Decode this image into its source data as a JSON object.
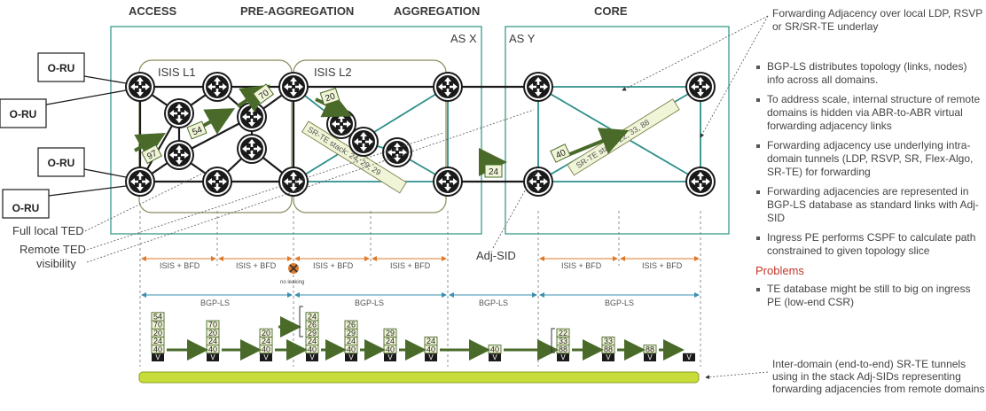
{
  "headers": {
    "access": "ACCESS",
    "pre_aggregation": "PRE-AGGREGATION",
    "aggregation": "AGGREGATION",
    "core": "CORE"
  },
  "domains": {
    "as_x": "AS X",
    "as_y": "AS Y",
    "isis_l1": "ISIS L1",
    "isis_l2": "ISIS L2"
  },
  "oru_label": "O-RU",
  "link_labels": {
    "a": "97",
    "b": "54",
    "c": "70",
    "d": "20",
    "e": "24",
    "f": "40"
  },
  "sr_stacks": {
    "agg": "SR-TE stack: 24, 29, 29",
    "core": "SR-TE stack: 22, 33, 88"
  },
  "left_annotations": {
    "full_ted": "Full local TED",
    "remote_ted_1": "Remote TED",
    "remote_ted_2": "visibility",
    "adj_sid": "Adj-SID"
  },
  "spans": {
    "isis_bfd": "ISIS + BFD",
    "no_leaking": "no leaking",
    "bgp_ls": "BGP-LS"
  },
  "label_stacks": [
    [
      "54",
      "70",
      "20",
      "24",
      "40"
    ],
    [
      "70",
      "20",
      "24",
      "40"
    ],
    [
      "20",
      "24",
      "40"
    ],
    [
      "24",
      "26",
      "29",
      "24",
      "40"
    ],
    [
      "26",
      "29",
      "24",
      "40"
    ],
    [
      "29",
      "24",
      "40"
    ],
    [
      "24",
      "40"
    ],
    [
      "40"
    ],
    [
      "22",
      "33",
      "88"
    ],
    [
      "33",
      "88"
    ],
    [
      "88"
    ],
    []
  ],
  "stack_bottom": "V",
  "right_panel": {
    "fa_note": "Forwarding Adjacency over local LDP, RSVP or SR/SR-TE underlay",
    "bullets": [
      "BGP-LS distributes topology (links, nodes) info across all domains.",
      "To address scale, internal structure of remote domains is hidden via ABR-to-ABR virtual forwarding adjacency links",
      "Forwarding adjacency use underlying intra-domain tunnels (LDP, RSVP, SR, Flex-Algo, SR-TE) for forwarding",
      "Forwarding adjacencies are represented in BGP-LS database as standard links with  Adj-SID",
      "Ingress PE performs CSPF to calculate path constrained to given topology slice"
    ],
    "problems_title": "Problems",
    "problem_bullets": [
      "TE database might be still to big on ingress PE (low-end CSR)"
    ],
    "inter_note": "Inter-domain (end-to-end) SR-TE tunnels using in the stack Adj-SIDs representing forwarding adjacencies from remote domains"
  },
  "colors": {
    "domain_teal": "#3a9a8a",
    "isis_olive": "#8a8a5a",
    "link_teal": "#2d8f8a",
    "arrow_green": "#4a6a2a",
    "label_fill": "#f1f5d8",
    "tunnel": "#c8dc3c",
    "isis_span": "#e07a2a",
    "bgp_span": "#3a8fb0"
  }
}
